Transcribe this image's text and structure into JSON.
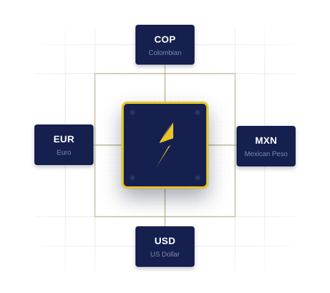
{
  "hub": {
    "icon": "lightning-bolt-icon",
    "border_color": "#e5c52a",
    "fill_color": "#15204f"
  },
  "nodes": {
    "top": {
      "code": "COP",
      "name": "Colombian"
    },
    "left": {
      "code": "EUR",
      "name": "Euro"
    },
    "right": {
      "code": "MXN",
      "name": "Mexican Peso"
    },
    "bottom": {
      "code": "USD",
      "name": "US Dollar"
    }
  },
  "colors": {
    "card": "#15204f",
    "code_text": "#ffffff",
    "name_text": "#7f88ad",
    "accent": "#e5c52a",
    "connector": "#9a9a6a"
  }
}
